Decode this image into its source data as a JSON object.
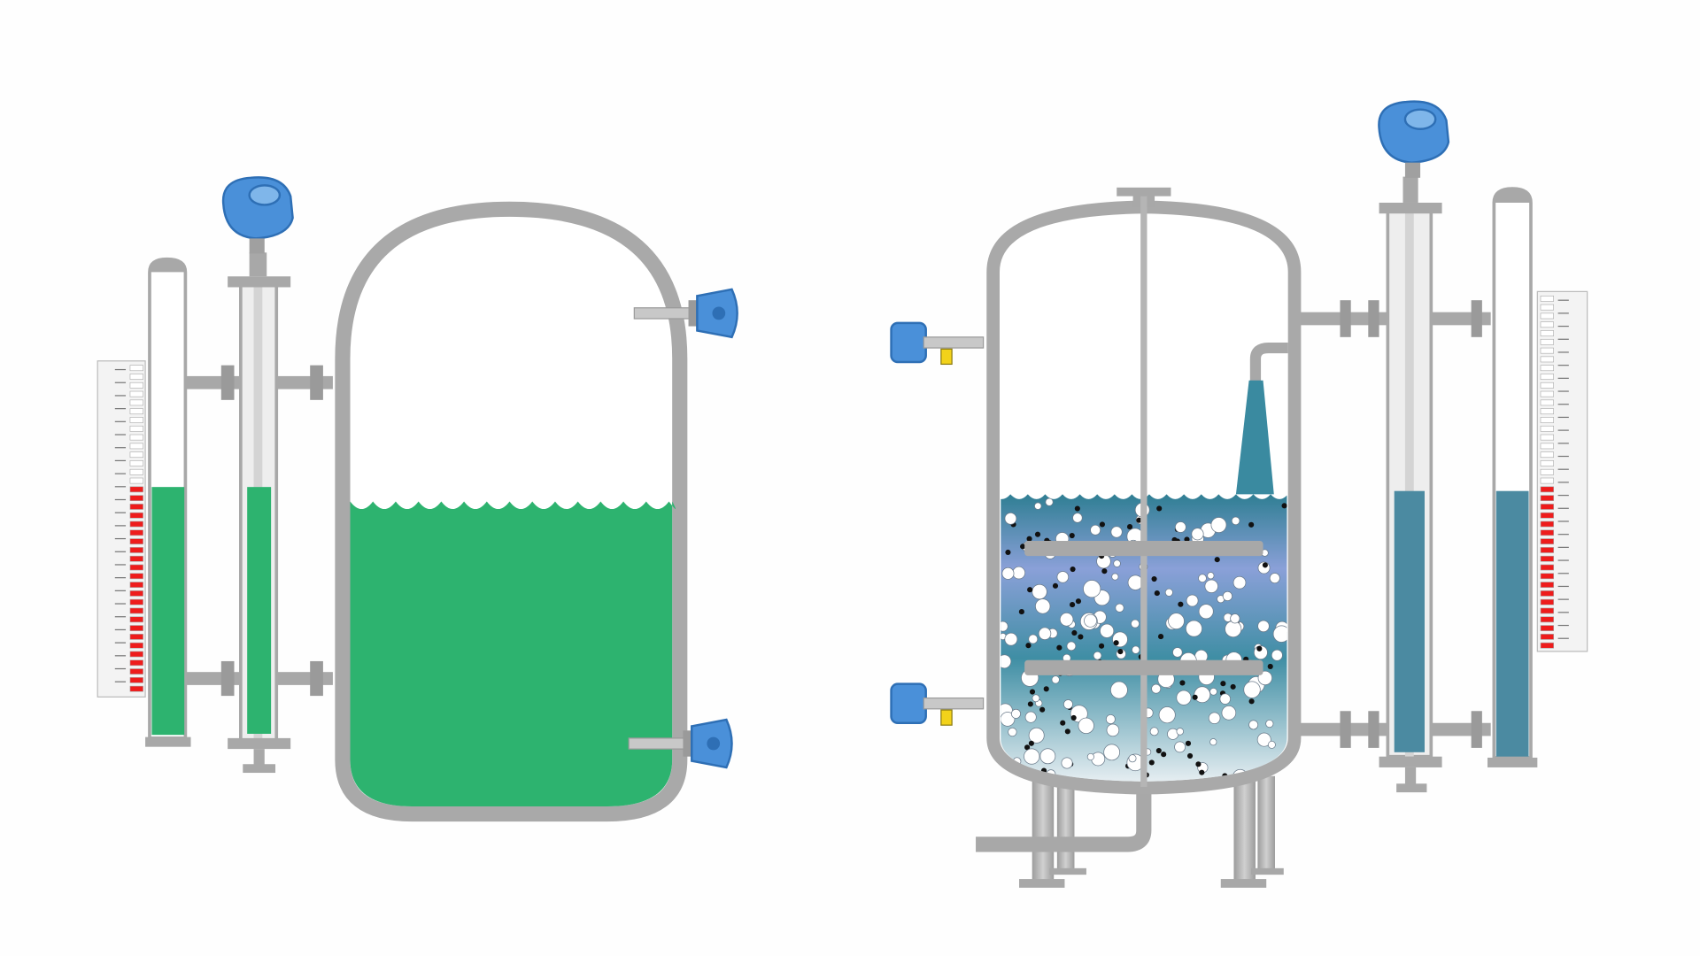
{
  "colors": {
    "vessel_wall": "#a9a9a9",
    "green_liquid": "#2db36f",
    "teal_liquid": "#4b8aa1",
    "transmitter_blue": "#4a90d9",
    "flap_red": "#ee1c1c",
    "background": "#fefefe"
  },
  "left_tank": {
    "liquid_level": 0.52,
    "gauge_level": 0.52,
    "icons": [
      "magnetic-level-gauge-icon",
      "guided-wave-transmitter-icon",
      "level-switch-icon"
    ]
  },
  "right_tank": {
    "liquid_level": 0.5,
    "gauge_level": 0.5,
    "icons": [
      "agitator-icon",
      "pressure-transmitter-icon",
      "magnetic-level-gauge-icon",
      "guided-wave-transmitter-icon"
    ]
  }
}
